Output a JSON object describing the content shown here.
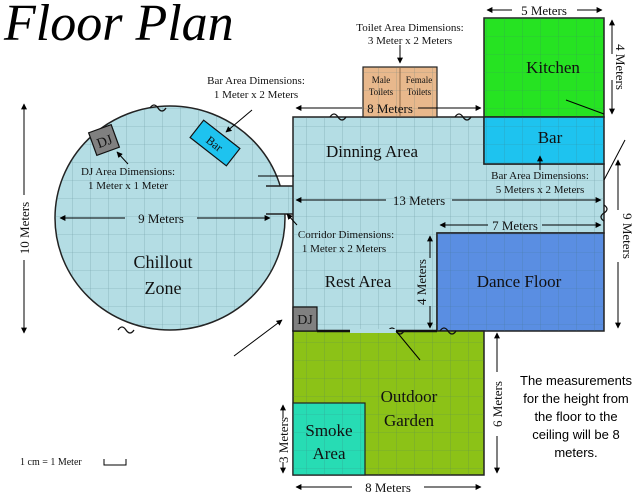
{
  "title": "Floor Plan",
  "rooms": {
    "kitchen": "Kitchen",
    "bar": "Bar",
    "dinning_area": "Dinning Area",
    "rest_area": "Rest Area",
    "dance_floor": "Dance Floor",
    "outdoor_garden": {
      "line1": "Outdoor",
      "line2": "Garden"
    },
    "smoke_area": {
      "line1": "Smoke",
      "line2": "Area"
    },
    "chillout_zone": {
      "line1": "Chillout",
      "line2": "Zone"
    },
    "dj_top": "DJ",
    "dj_bottom": "DJ",
    "bar_small": "Bar",
    "male_toilets": {
      "line1": "Male",
      "line2": "Toilets"
    },
    "female_toilets": {
      "line1": "Female",
      "line2": "Toilets"
    }
  },
  "dimensions": {
    "five_m": "5 Meters",
    "four_m_kitchen": "4 Meters",
    "eight_m_top": "8 Meters",
    "thirteen_m": "13 Meters",
    "seven_m": "7 Meters",
    "nine_m_right": "9 Meters",
    "four_m_rest": "4 Meters",
    "six_m": "6 Meters",
    "three_m": "3 Meters",
    "eight_m_bottom": "8 Meters",
    "ten_m": "10 Meters",
    "nine_m_chill": "9 Meters"
  },
  "annotations": {
    "toilet": {
      "line1": "Toilet Area Dimensions:",
      "line2": "3 Meter x 2 Meters"
    },
    "bar_area": {
      "line1": "Bar Area Dimensions:",
      "line2": "1 Meter x 2 Meters"
    },
    "dj_area": {
      "line1": "DJ Area Dimensions:",
      "line2": "1 Meter x 1 Meter"
    },
    "corridor": {
      "line1": "Corridor Dimensions:",
      "line2": "1 Meter x 2 Meters"
    },
    "bar_right": {
      "line1": "Bar Area Dimensions:",
      "line2": "5 Meters x 2 Meters"
    }
  },
  "note": "The measurements for the height from the floor to the ceiling will be 8 meters.",
  "scale": "1 cm = 1 Meter",
  "colors": {
    "light_blue": "#b4dde4",
    "kitchen": "#26e322",
    "bar": "#1ec3ef",
    "dance": "#5a8ee2",
    "garden": "#8cc217",
    "smoke": "#27dcb4",
    "toilet": "#e8b88c",
    "dj": "#808080",
    "grid": "#5a8a92"
  }
}
